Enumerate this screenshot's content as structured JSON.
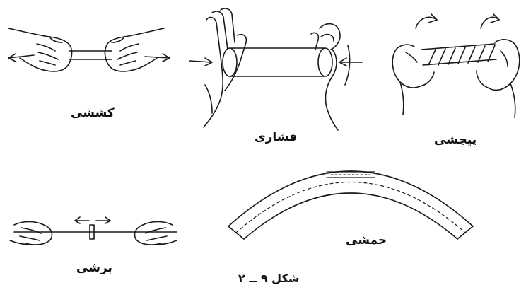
{
  "labels": {
    "tension": "کششی",
    "compression": "فشاری",
    "torsion": "پیچشی",
    "shear": "برشی",
    "bending": "خمشی",
    "caption": "شکل ۹ ــ ۲"
  },
  "colors": {
    "line": "#1a1a1a",
    "background": "#ffffff"
  }
}
